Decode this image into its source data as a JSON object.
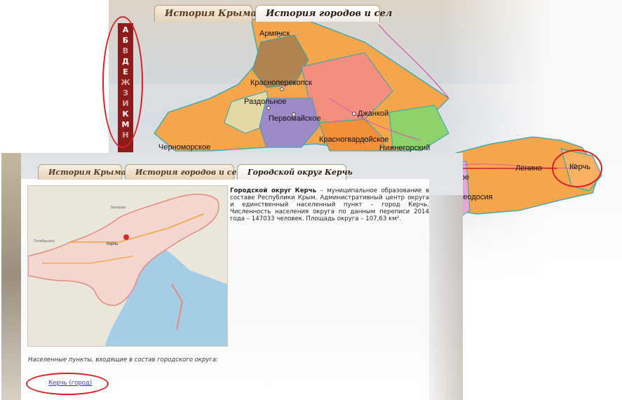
{
  "back": {
    "tabs": [
      "История Крыма",
      "История городов и сел"
    ],
    "alphabet": [
      "А",
      "Б",
      "В",
      "Д",
      "Е",
      "Ж",
      "З",
      "И",
      "К",
      "М",
      "Н"
    ],
    "map_labels": [
      "Армянск",
      "Красноперекопск",
      "Раздольное",
      "Первомайское",
      "Джанкой",
      "Красногвардейское",
      "Нижнегорский",
      "Черноморское",
      "Ленино",
      "Керчь",
      "Феодосия",
      "кое"
    ],
    "colors": {
      "tab_text": "#5a3a20",
      "alphabet_bar": "#8c1b1b",
      "annotation": "#d61f26"
    }
  },
  "front": {
    "tabs": [
      "История Крыма",
      "История городов и сел",
      "Городской округ Керчь"
    ],
    "desc_title": "Городской округ Керчь",
    "desc_body": " – муниципальное образование в составе Республики Крым. Административный центр округа и единственный населенный пункт – город Керчь. Численность населения округа по данным переписи 2014 года – 147033 человек. Площадь округа – 107,63 км².",
    "settlements_label": "Населенные пункты, входящие в состав городского округа:",
    "settlements": [
      {
        "name": "Керчь (город)"
      }
    ],
    "map_labels": [
      "Керчь",
      "Багерово",
      "Октябрьское"
    ]
  }
}
